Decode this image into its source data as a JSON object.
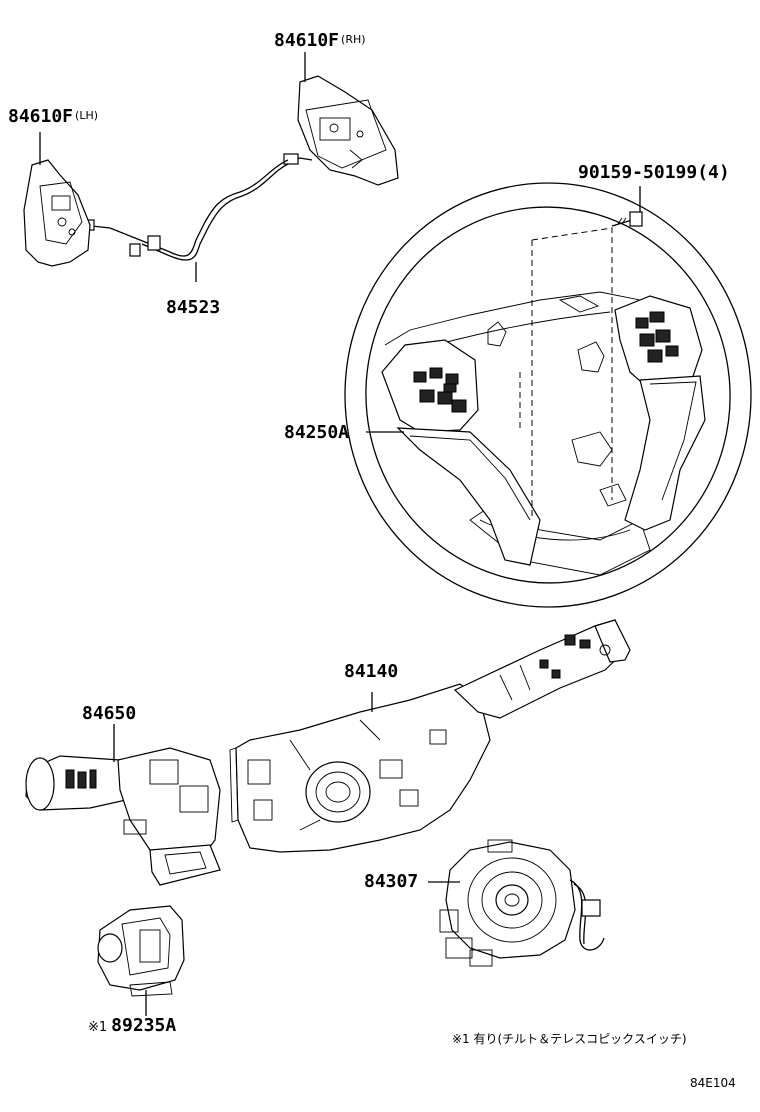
{
  "parts": {
    "rh_switch": {
      "number": "84610F",
      "qualifier": "(RH)"
    },
    "lh_switch": {
      "number": "84610F",
      "qualifier": "(LH)"
    },
    "screw": {
      "number": "90159-50199",
      "qualifier": "(4)"
    },
    "wire_harness": {
      "number": "84523"
    },
    "pad_cover": {
      "number": "84250A"
    },
    "combination_switch": {
      "number": "84140"
    },
    "wiper_switch": {
      "number": "84650"
    },
    "spiral_cable": {
      "number": "84307"
    },
    "tilt_switch": {
      "number": "89235A",
      "marker": "※1"
    }
  },
  "footnote": "※1 有り(チルト＆テレスコピックスイッチ)",
  "diagram_id": "84E104"
}
